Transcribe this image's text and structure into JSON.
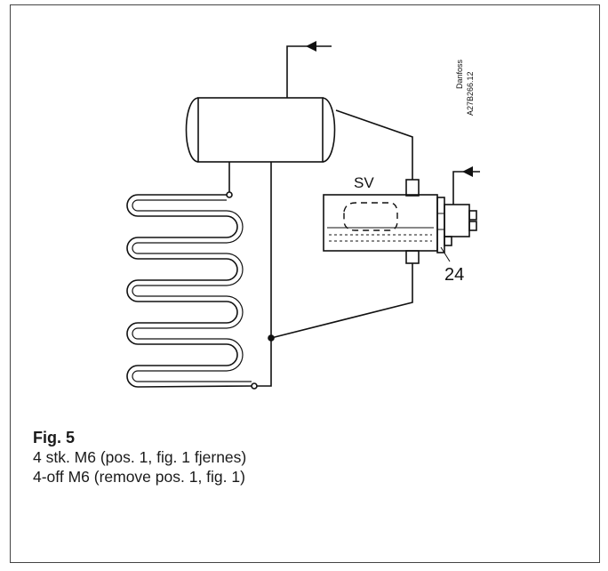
{
  "figure": {
    "title": "Fig. 5",
    "caption_lines": [
      "4 stk. M6 (pos. 1, fig. 1 fjernes)",
      "4-off M6 (remove pos. 1, fig. 1)"
    ]
  },
  "diagram": {
    "label_sv": "SV",
    "label_position": "24",
    "watermark_brand": "Danfoss",
    "watermark_code": "A27B266.12"
  }
}
